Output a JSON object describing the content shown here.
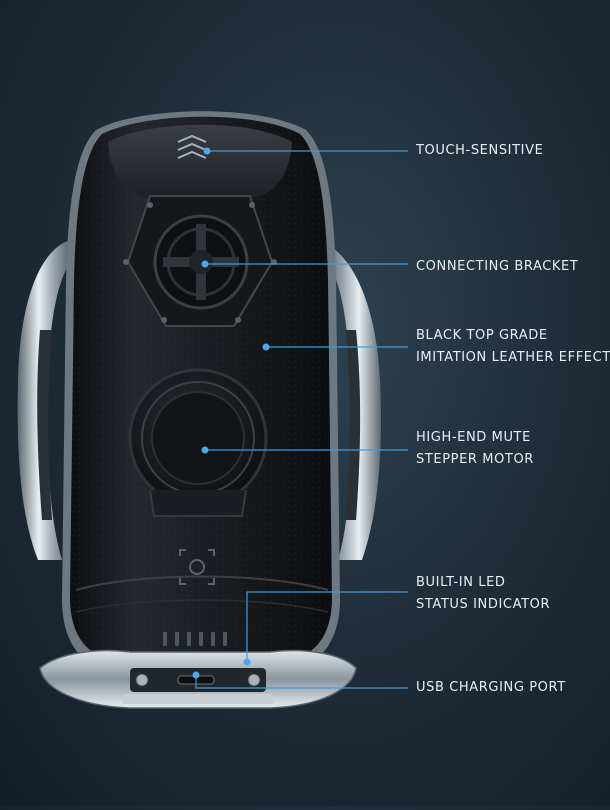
{
  "callouts": [
    {
      "id": "touch",
      "lines": [
        "TOUCH-SENSITIVE"
      ]
    },
    {
      "id": "bracket",
      "lines": [
        "CONNECTING BRACKET"
      ]
    },
    {
      "id": "leather",
      "lines": [
        "BLACK TOP GRADE",
        "IMITATION LEATHER EFFECT"
      ]
    },
    {
      "id": "motor",
      "lines": [
        "HIGH-END MUTE",
        "STEPPER MOTOR"
      ]
    },
    {
      "id": "led",
      "lines": [
        "BUILT-IN LED",
        "STATUS INDICATOR"
      ]
    },
    {
      "id": "usb",
      "lines": [
        "USB CHARGING PORT"
      ]
    }
  ],
  "colors": {
    "accent_line": "#3f9be0",
    "accent_dot": "#4aa8ee",
    "label_text": "#e9eef2",
    "background": "#1c2a36"
  }
}
